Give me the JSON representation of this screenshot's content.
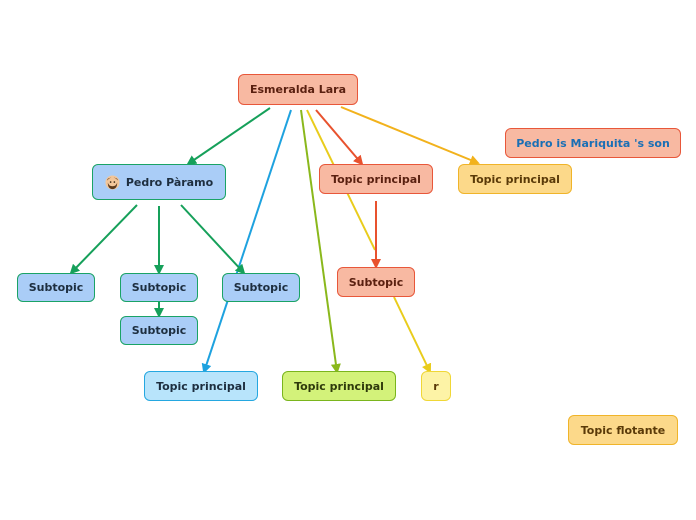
{
  "root": {
    "label": "Esmeralda Lara"
  },
  "pedro": {
    "label": "Pedro Pàramo",
    "icon": "bearded-man-avatar-icon"
  },
  "subtopics": {
    "s1": "Subtopic",
    "s2": "Subtopic",
    "s3": "Subtopic",
    "s4": "Subtopic",
    "s5": "Subtopic"
  },
  "topics": {
    "red": "Topic principal",
    "yellow": "Topic principal",
    "cyan": "Topic principal",
    "green": "Topic principal",
    "r": "r"
  },
  "note": "Pedro is Mariquita 's son",
  "floating": "Topic flotante",
  "colors": {
    "green_link": "#16a05a",
    "blue_link": "#1ea2df",
    "olive_link": "#8ab81c",
    "red_link": "#e8522e",
    "yellow_link": "#e9cc1c",
    "orange_link": "#f2b21c"
  }
}
